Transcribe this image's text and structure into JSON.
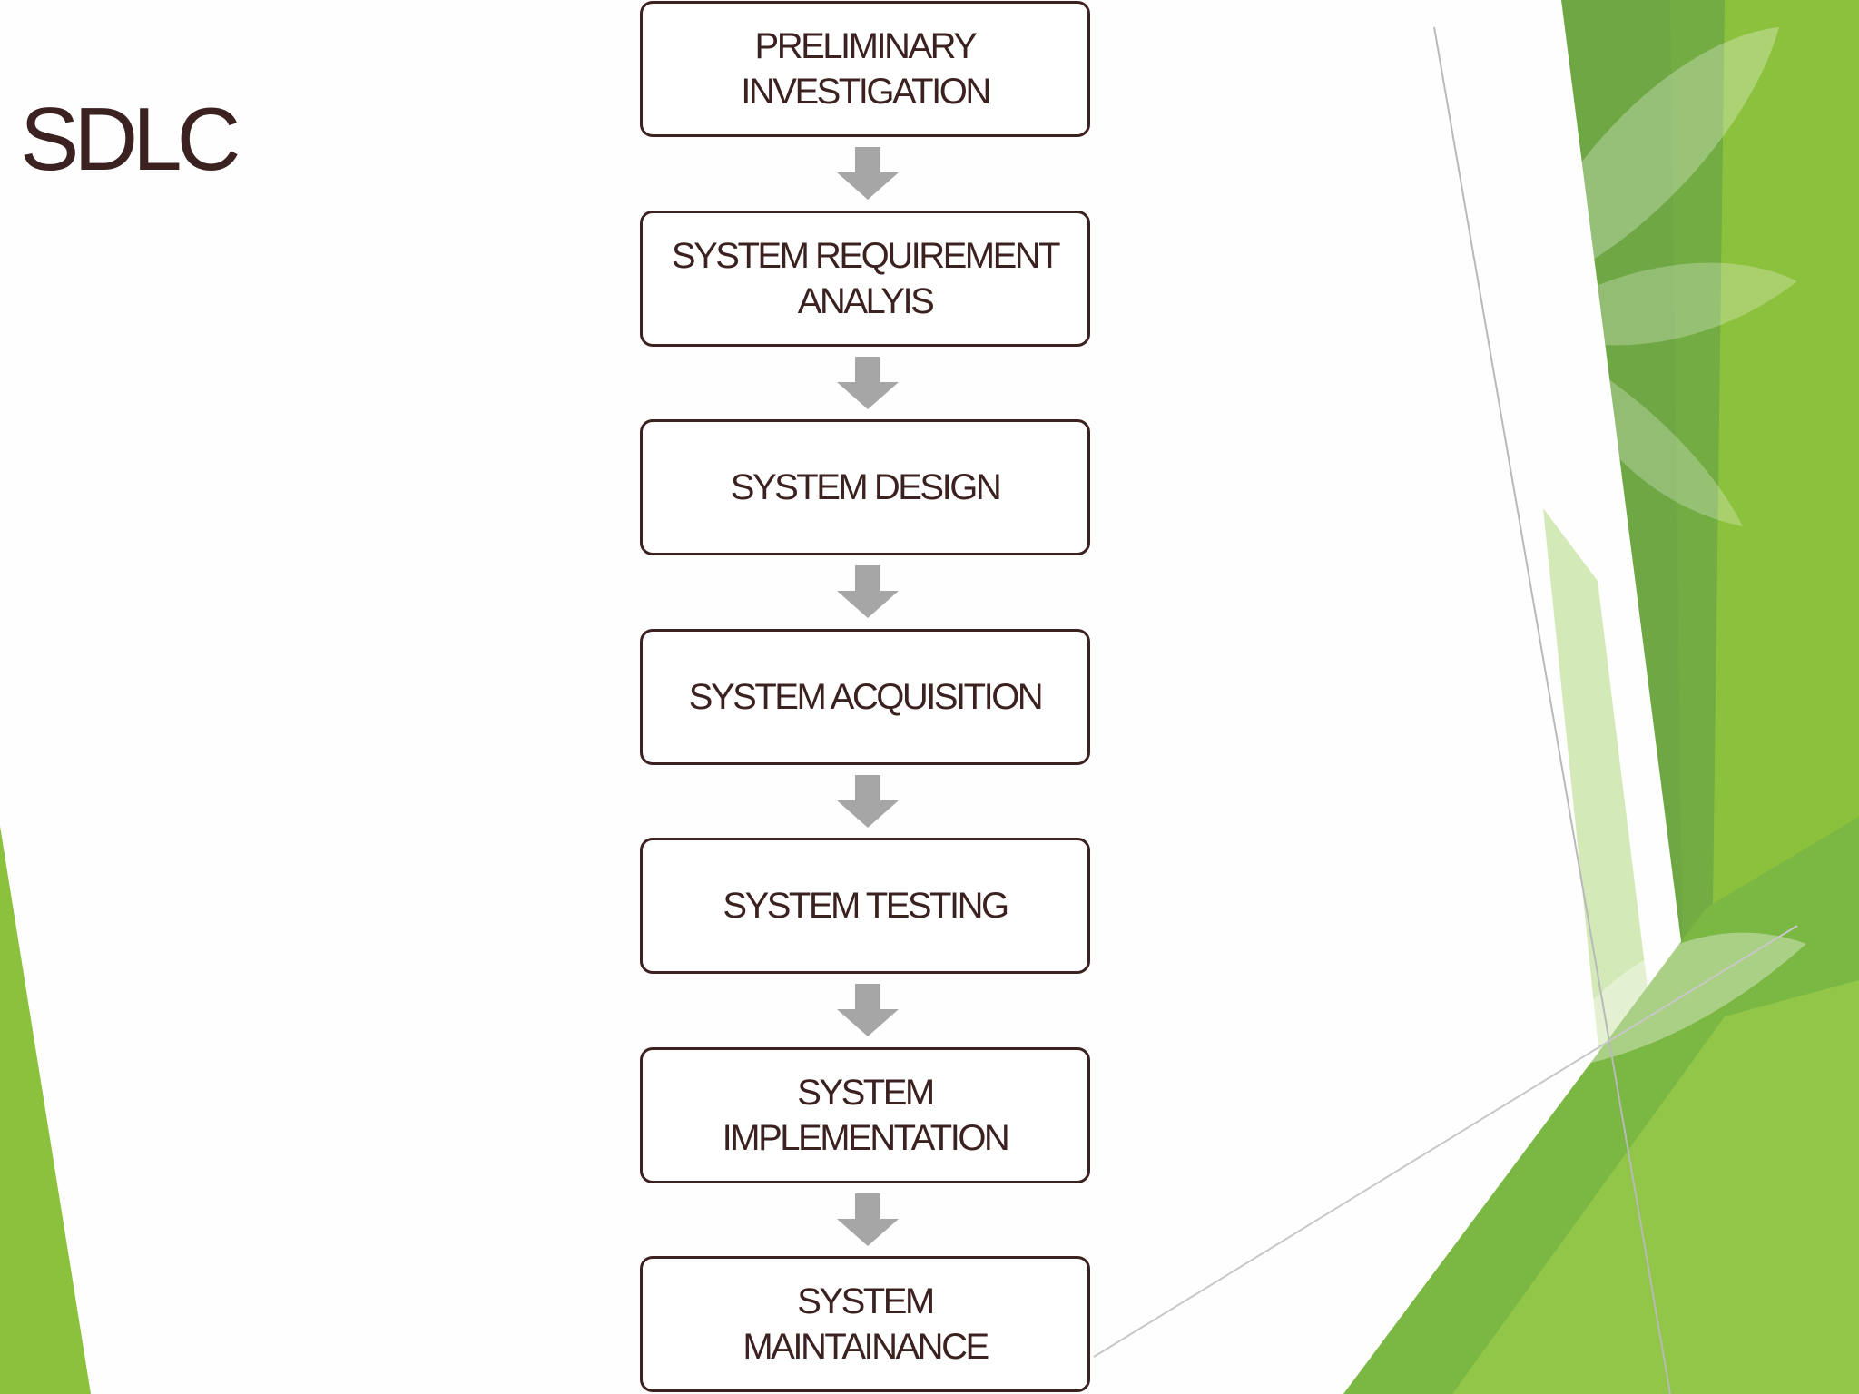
{
  "slide": {
    "title": "SDLC"
  },
  "flow": {
    "steps": [
      {
        "label": "PRELIMINARY\nINVESTIGATION"
      },
      {
        "label": "SYSTEM REQUIREMENT\nANALYIS"
      },
      {
        "label": "SYSTEM DESIGN"
      },
      {
        "label": "SYSTEM ACQUISITION"
      },
      {
        "label": "SYSTEM TESTING"
      },
      {
        "label": "SYSTEM\nIMPLEMENTATION"
      },
      {
        "label": "SYSTEM\nMAINTAINANCE"
      }
    ],
    "arrow_icon": "arrow-down-icon"
  },
  "colors": {
    "text": "#3b2220",
    "box_border": "#3b2220",
    "arrow": "#a6a6a6",
    "green_dark": "#5f9a3c",
    "green_mid": "#79b443",
    "green_light": "#9bcf3f"
  }
}
